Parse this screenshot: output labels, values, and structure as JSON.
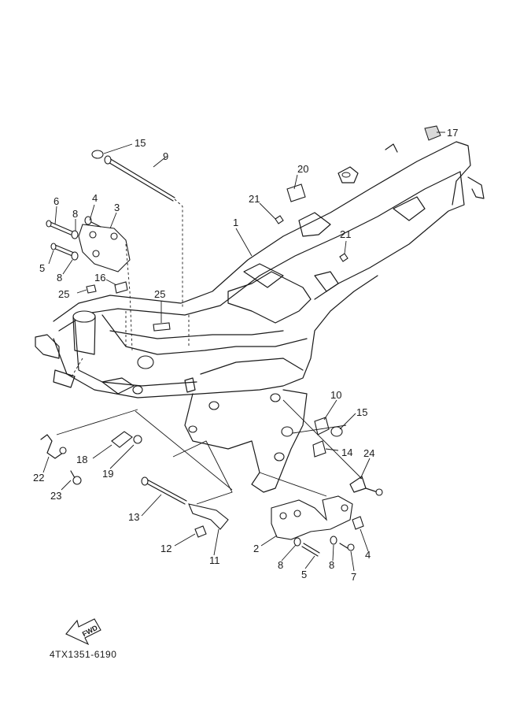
{
  "diagram": {
    "callouts": [
      {
        "id": "c15a",
        "text": "15"
      },
      {
        "id": "c9",
        "text": "9"
      },
      {
        "id": "c20",
        "text": "20"
      },
      {
        "id": "c17",
        "text": "17"
      },
      {
        "id": "c6",
        "text": "6"
      },
      {
        "id": "c4a",
        "text": "4"
      },
      {
        "id": "c3",
        "text": "3"
      },
      {
        "id": "c8a",
        "text": "8"
      },
      {
        "id": "c21a",
        "text": "21"
      },
      {
        "id": "c1",
        "text": "1"
      },
      {
        "id": "c21b",
        "text": "21"
      },
      {
        "id": "c5a",
        "text": "5"
      },
      {
        "id": "c8b",
        "text": "8"
      },
      {
        "id": "c16",
        "text": "16"
      },
      {
        "id": "c25a",
        "text": "25"
      },
      {
        "id": "c25b",
        "text": "25"
      },
      {
        "id": "c10",
        "text": "10"
      },
      {
        "id": "c15b",
        "text": "15"
      },
      {
        "id": "c14",
        "text": "14"
      },
      {
        "id": "c24",
        "text": "24"
      },
      {
        "id": "c22",
        "text": "22"
      },
      {
        "id": "c18",
        "text": "18"
      },
      {
        "id": "c19",
        "text": "19"
      },
      {
        "id": "c23",
        "text": "23"
      },
      {
        "id": "c13",
        "text": "13"
      },
      {
        "id": "c2",
        "text": "2"
      },
      {
        "id": "c4b",
        "text": "4"
      },
      {
        "id": "c12",
        "text": "12"
      },
      {
        "id": "c11",
        "text": "11"
      },
      {
        "id": "c8c",
        "text": "8"
      },
      {
        "id": "c8d",
        "text": "8"
      },
      {
        "id": "c5b",
        "text": "5"
      },
      {
        "id": "c7",
        "text": "7"
      }
    ],
    "fwd_arrow_label": "FWD",
    "part_code": "4TX1351-6190"
  }
}
